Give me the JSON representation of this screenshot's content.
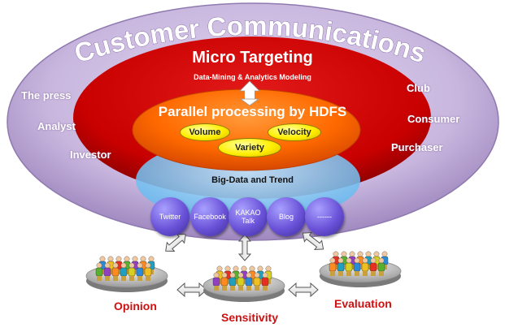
{
  "title": "Customer Communications",
  "left_labels": [
    "The press",
    "Analyst",
    "Investor"
  ],
  "right_labels": [
    "Club",
    "Consumer",
    "Purchaser"
  ],
  "micro_targeting": {
    "title": "Micro Targeting",
    "subtitle": "Data-Mining & Analytics Modeling"
  },
  "hdfs": {
    "title": "Parallel processing by HDFS",
    "items": [
      "Volume",
      "Variety",
      "Velocity"
    ]
  },
  "big_data": "Big-Data and Trend",
  "channels": [
    "Twitter",
    "Facebook",
    "KAKAO\nTalk",
    "Blog",
    "------"
  ],
  "groups": [
    "Opinion",
    "Sensitivity",
    "Evaluation"
  ],
  "colors": {
    "outer": "#c4b2dc",
    "red": "#cc0000",
    "orange": "#ff6600",
    "yellow": "#ffee00",
    "blue": "#7ec8f0",
    "circle": "#6a52d8",
    "label_red": "#d01010"
  }
}
